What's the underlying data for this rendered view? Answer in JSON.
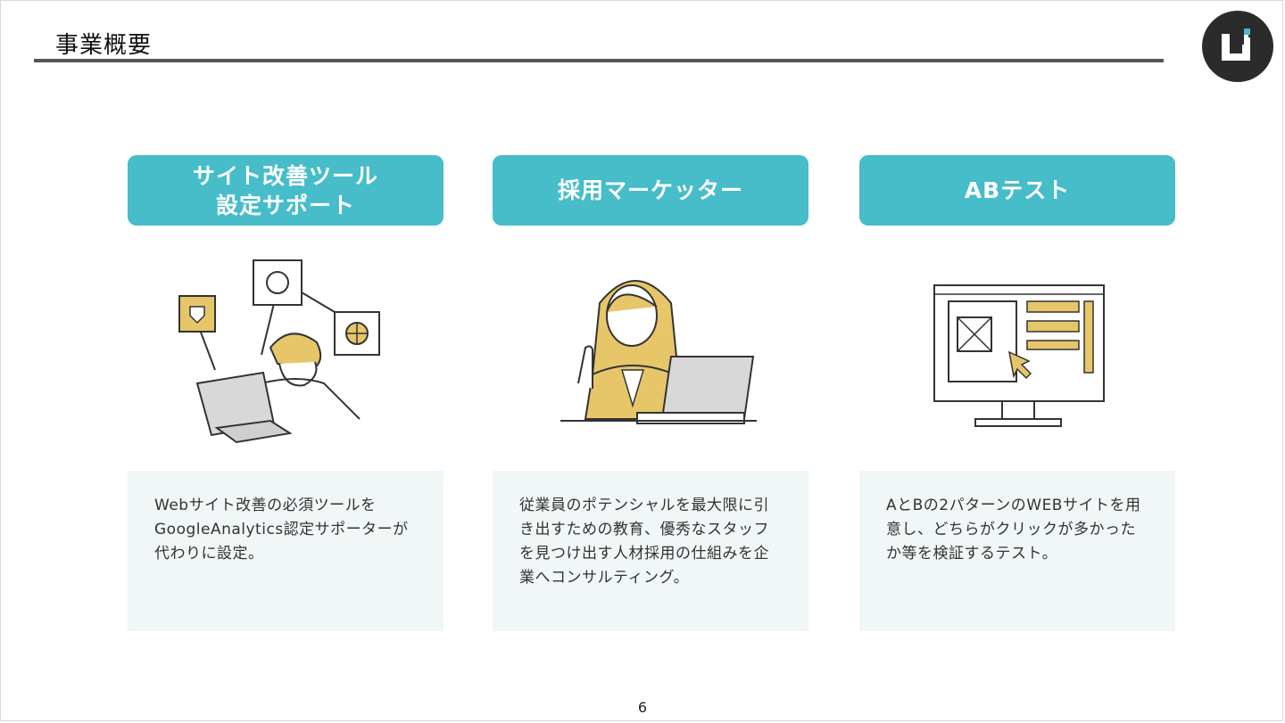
{
  "header": {
    "title": "事業概要"
  },
  "cards": [
    {
      "title": "サイト改善ツール\n設定サポート",
      "description": "Webサイト改善の必須ツールをGoogleAnalytics認定サポーターが代わりに設定。",
      "illustration": "person-laptop-security-icons"
    },
    {
      "title": "採用マーケッター",
      "description": "従業員のポテンシャルを最大限に引き出すための教育、優秀なスタッフを見つけ出す人材採用の仕組みを企業へコンサルティング。",
      "illustration": "woman-with-laptop"
    },
    {
      "title": "ABテスト",
      "description": "AとBの2パターンのWEBサイトを用意し、どちらがクリックが多かったか等を検証するテスト。",
      "illustration": "monitor-with-cursor"
    }
  ],
  "footer": {
    "page_number": "6"
  },
  "colors": {
    "accent": "#46bdc9",
    "card_bg": "#f1f6f7",
    "illustration_yellow": "#e7c66a"
  }
}
